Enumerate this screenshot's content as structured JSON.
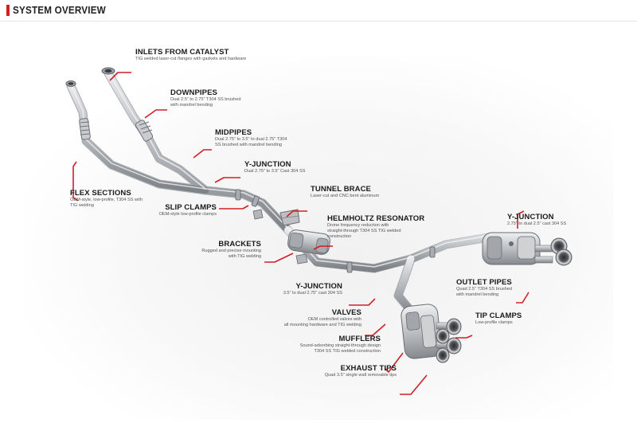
{
  "header": {
    "title": "SYSTEM OVERVIEW"
  },
  "colors": {
    "accent": "#d21f26",
    "steel": "#b9bcc0",
    "steel_dark": "#8a8d92",
    "steel_light": "#e4e6e8"
  },
  "labels": {
    "inlets": {
      "title": "INLETS FROM CATALYST",
      "desc": [
        "TIG welded laser-cut flanges with gaskets and hardware"
      ]
    },
    "downpipes": {
      "title": "DOWNPIPES",
      "desc": [
        "Dual 2.5\" to 2.75\" T304 SS brushed",
        "with mandrel bending"
      ]
    },
    "midpipes": {
      "title": "MIDPIPES",
      "desc": [
        "Dual 2.75\" to 3.5\" to dual 2.75\" T304",
        "SS brushed with mandrel bending"
      ]
    },
    "yjunction_front": {
      "title": "Y-JUNCTION",
      "desc": [
        "Dual 2.75\" to 3.5\" Cast 304 SS"
      ]
    },
    "tunnel_brace": {
      "title": "TUNNEL BRACE",
      "desc": [
        "Laser-cut and CNC bent aluminum"
      ]
    },
    "flex_sections": {
      "title": "FLEX SECTIONS",
      "desc": [
        "OEM-style, low-profile, T304 SS with",
        "TIG welding"
      ]
    },
    "slip_clamps": {
      "title": "SLIP CLAMPS",
      "desc": [
        "OEM-style low-profile clamps"
      ]
    },
    "helmholtz": {
      "title": "HELMHOLTZ RESONATOR",
      "desc": [
        "Drone frequency reduction with",
        "straight-through T304 SS TIG welded",
        "construction"
      ]
    },
    "yjunction_rear": {
      "title": "Y-JUNCTION",
      "desc": [
        "2.75\" to dual 2.5\" cast 304 SS"
      ]
    },
    "brackets": {
      "title": "BRACKETS",
      "desc": [
        "Rugged and precise mounting",
        "with TIG welding"
      ]
    },
    "outlet_pipes": {
      "title": "OUTLET PIPES",
      "desc": [
        "Quad 2.5\" T304 SS brushed",
        "with mandrel bending"
      ]
    },
    "yjunction_mid": {
      "title": "Y-JUNCTION",
      "desc": [
        "3.5\" to dual 2.75\" cast 304 SS"
      ]
    },
    "valves": {
      "title": "VALVES",
      "desc": [
        "OEM controlled valves with",
        "all mounting hardware and TIG welding"
      ]
    },
    "tip_clamps": {
      "title": "TIP CLAMPS",
      "desc": [
        "Low-profile clamps"
      ]
    },
    "mufflers": {
      "title": "MUFFLERS",
      "desc": [
        "Sound-adsorbing straight-through design",
        "T304 SS TIG welded construction"
      ]
    },
    "exhaust_tips": {
      "title": "EXHAUST TIPS",
      "desc": [
        "Quad 3.5\" single wall removable tips"
      ]
    }
  }
}
